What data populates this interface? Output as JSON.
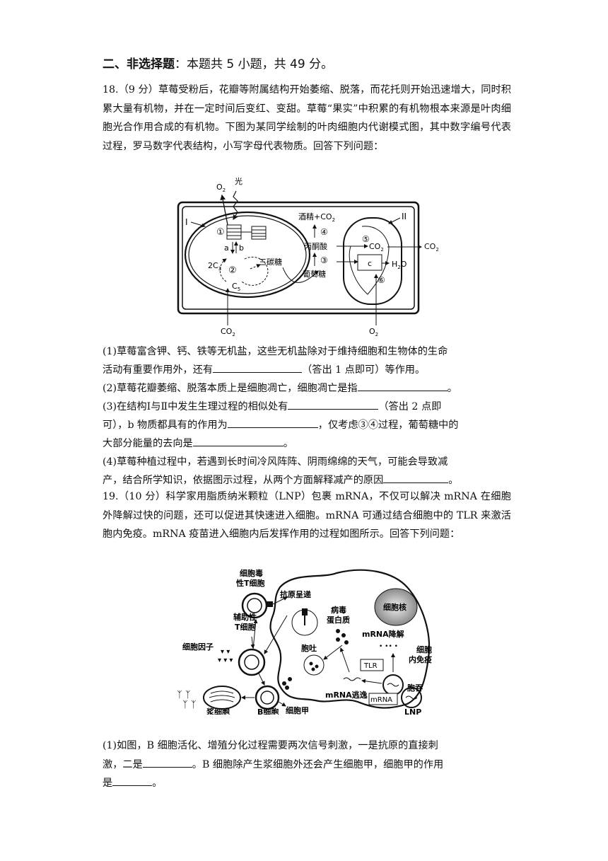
{
  "section": {
    "title_bold": "二、非选择题",
    "title_rest": "：本题共 5 小题，共 49 分。"
  },
  "q18": {
    "stem": "18.（9 分）草莓受粉后，花瓣等附属结构开始萎缩、脱落，而花托则开始迅速增大，同时积累大量有机物，并在一定时间后变红、变甜。草莓“果实”中积累的有机物根本来源是叶肉细胞光合作用合成的有机物。下图为某同学绘制的叶肉细胞内代谢模式图，其中数字编号代表过程，罗马数字代表结构，小写字母代表物质。回答下列问题：",
    "diagram": {
      "o2_top": "O",
      "o2_top_sub": "2",
      "light": "光",
      "roman_1": "I",
      "roman_2": "II",
      "num_1": "①",
      "num_2": "②",
      "num_3": "③",
      "num_4": "④",
      "num_5": "⑤",
      "num_6": "⑥",
      "a": "a",
      "b": "b",
      "c3": "2C",
      "c3_sub": "3",
      "c5": "C",
      "c5_sub": "5",
      "triose": "三碳糖",
      "alcohol": "酒精+CO",
      "alcohol_sub": "2",
      "pyruvate": "丙酮酸",
      "glucose": "葡萄糖",
      "co2_inner": "CO",
      "co2_inner_sub": "2",
      "co2_out": "CO",
      "co2_out_sub": "2",
      "c_box": "c",
      "h2o": "H",
      "h2o_sub": "2",
      "h2o_end": "O",
      "co2_bottom": "CO",
      "co2_bottom_sub": "2",
      "o2_bottom": "O",
      "o2_bottom_sub": "2"
    },
    "q1_a": "(1)草莓富含钾、钙、铁等无机盐，这些无机盐除对于维持细胞和生物体的生命",
    "q1_b_pre": "活动有重要作用外，还有",
    "q1_b_post": "（答出 1 点即可）等作用。",
    "q2_pre": "(2)草莓花瓣萎缩、脱落本质上是细胞凋亡，细胞凋亡是指",
    "q2_post": "。",
    "q3_a_pre": "(3)在结构Ⅰ与Ⅱ中发生生理过程的相似处有",
    "q3_a_post": "（答出 2 点即",
    "q3_b_pre": "可），b 物质都具有的作用为",
    "q3_b_post": "，仅考虑③④过程，葡萄糖中的",
    "q3_c_pre": "大部分能量的去向是",
    "q3_c_post": "。",
    "q4_a": "(4)草莓种植过程中，若遇到长时间冷风阵阵、阴雨绵绵的天气，可能会导致减",
    "q4_b_pre": "产，结合所学知识，依据图示过程，从两个方面解释减产的原因",
    "q4_b_post": "。"
  },
  "q19": {
    "stem": "19.（10 分）科学家用脂质纳米颗粒（LNP）包裹 mRNA，不仅可以解决 mRNA 在细胞外降解过快的问题，还可以促进其快速进入细胞。mRNA 可通过结合细胞中的 TLR 来激活胞内免疫。mRNA 疫苗进入细胞内后发挥作用的过程如图所示。回答下列问题：",
    "diagram": {
      "ctl_1": "细胞毒",
      "ctl_2": "性T细胞",
      "antigen_present": "抗原呈递",
      "viral_1": "病毒",
      "viral_2": "蛋白质",
      "nucleus": "细胞核",
      "helper_1": "辅助性",
      "helper_2": "T细胞",
      "cytokine": "细胞因子",
      "mrna_degrade": "mRNA降解",
      "intra_1": "细胞",
      "intra_2": "内免疫",
      "exocytosis": "胞吐",
      "tlr": "TLR",
      "endocytosis": "胞吞",
      "mrna_escape": "mRNA逃逸",
      "plasma": "浆细胞",
      "bcell": "B细胞",
      "cell_jia": "细胞甲",
      "mrna_box": "mRNA",
      "lnp": "LNP"
    },
    "q1_a": "(1)如图，B 细胞活化、增殖分化过程需要两次信号刺激，一是抗原的直接刺",
    "q1_b_pre": "激，二是",
    "q1_b_post": "。B 细胞除产生浆细胞外还会产生细胞甲，细胞甲的作用",
    "q1_c_pre": "是",
    "q1_c_post": "。"
  }
}
